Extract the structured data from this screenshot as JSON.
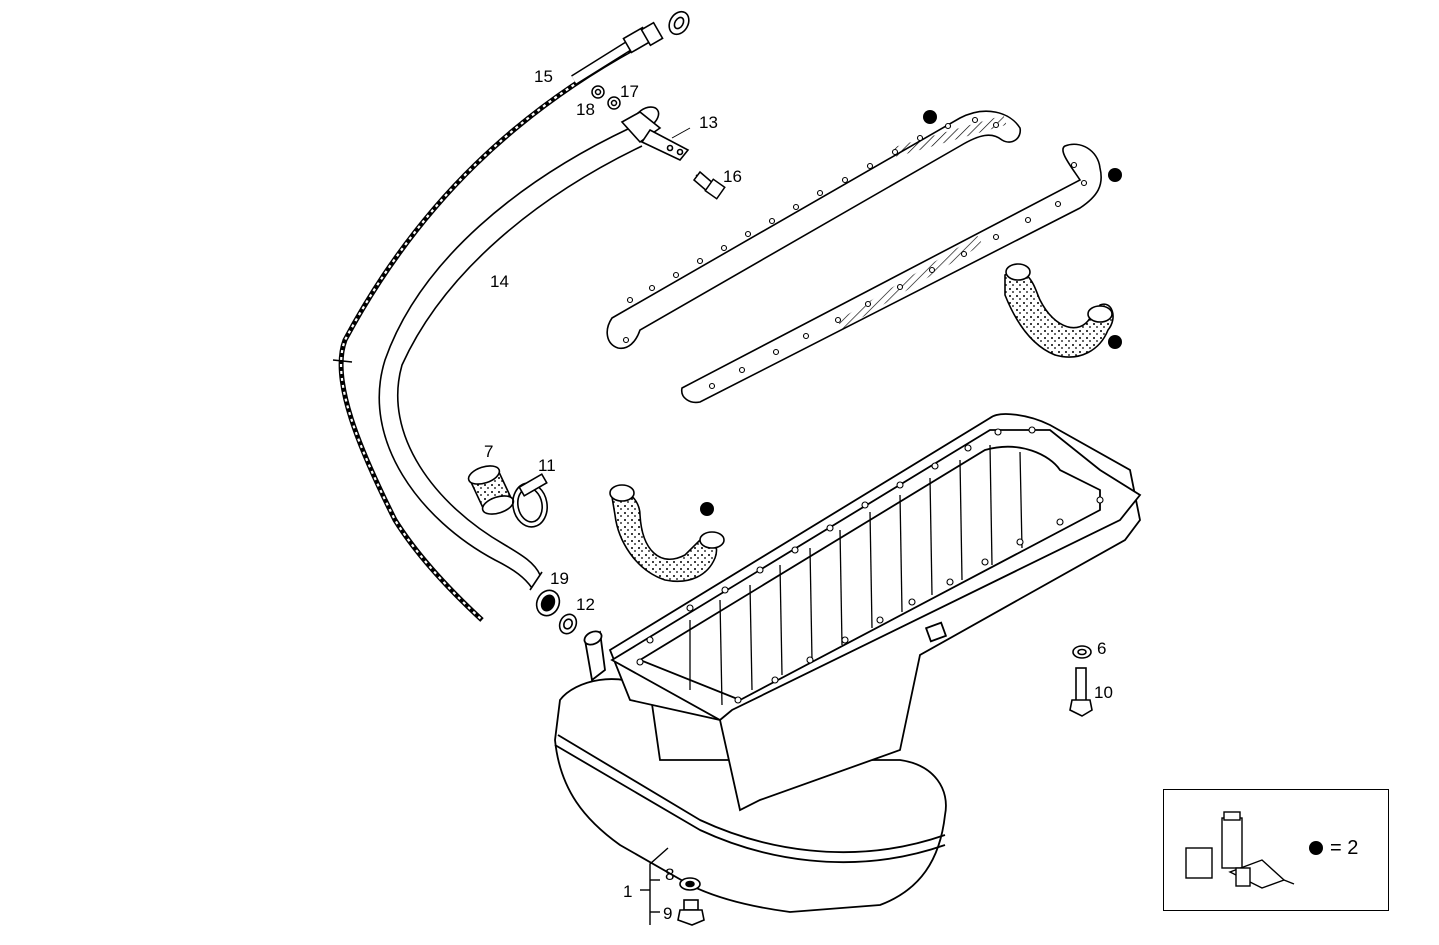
{
  "colors": {
    "line": "#000000",
    "paper": "#ffffff",
    "gasket_hatch": "#000000"
  },
  "callouts": {
    "c1": "1",
    "c6": "6",
    "c7": "7",
    "c8": "8",
    "c9": "9",
    "c10": "10",
    "c11": "11",
    "c12": "12",
    "c13": "13",
    "c14": "14",
    "c15": "15",
    "c16": "16",
    "c17": "17",
    "c18": "18",
    "c19": "19"
  },
  "legend": {
    "symbol": "dot-bullet",
    "text": "= 2"
  }
}
